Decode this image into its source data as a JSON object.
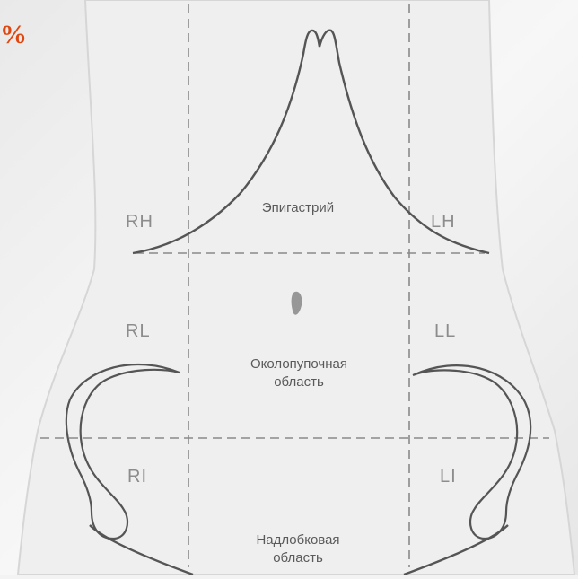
{
  "corner_mark": "%",
  "regions": {
    "rh": "RH",
    "lh": "LH",
    "rl": "RL",
    "ll": "LL",
    "ri": "RI",
    "li": "LI"
  },
  "zones": {
    "epigastric": "Эпигастрий",
    "umbilical_line1": "Околопупочная",
    "umbilical_line2": "область",
    "suprapubic_line1": "Надлобковая",
    "suprapubic_line2": "область"
  },
  "colors": {
    "accent": "#e0460f",
    "skin": "#ececec",
    "lines": "#6e6e6e"
  }
}
